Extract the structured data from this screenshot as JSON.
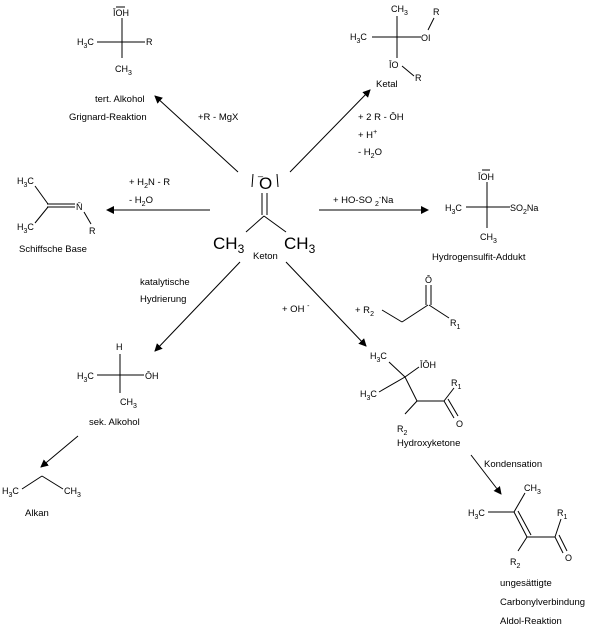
{
  "center": {
    "name": "Keton",
    "oxygen": "O",
    "methyl_left": "CH3",
    "methyl_right": "CH3"
  },
  "reactions": {
    "grignard": {
      "reagent": "+R - MgX",
      "product_name": "tert. Alkohol",
      "reaction_name": "Grignard-Reaktion",
      "atoms": {
        "oh": "OH",
        "methyl_left": "H3C",
        "methyl_bottom": "CH3",
        "r": "R"
      }
    },
    "ketal": {
      "reagent_lines": [
        "+ 2 R - OH",
        "+ H+",
        "- H2O"
      ],
      "product_name": "Ketal",
      "atoms": {
        "methyl_top": "CH3",
        "methyl_left": "H3C",
        "o_top": "O",
        "r_top": "R",
        "o_bottom": "O",
        "r_bottom": "R"
      }
    },
    "schiff": {
      "reagent_lines": [
        "+ H2N - R",
        "- H2O"
      ],
      "product_name": "Schiffsche Base",
      "atoms": {
        "methyl_top": "H3C",
        "methyl_bottom": "H3C",
        "n": "N",
        "r": "R"
      }
    },
    "bisulfite": {
      "reagent": "+ HO-SO 2Na",
      "product_name": "Hydrogensulfit-Addukt",
      "atoms": {
        "oh": "OH",
        "methyl_left": "H3C",
        "so3na": "SO2Na",
        "methyl_bottom": "CH3"
      }
    },
    "hydrogenation": {
      "reagent_lines": [
        "katalytische",
        "Hydrierung"
      ],
      "product_name": "sek. Alkohol",
      "atoms": {
        "h": "H",
        "methyl_left": "H3C",
        "oh": "OH",
        "methyl_bottom": "CH3"
      }
    },
    "alkane": {
      "product_name": "Alkan",
      "atoms": {
        "methyl_left": "H3C",
        "methyl_right": "CH3"
      }
    },
    "aldol": {
      "base": "+ OH -",
      "reagent_prefix": "+ R2",
      "reagent_atoms": {
        "o": "O",
        "r1": "R1"
      },
      "addition_product": "Hydroxyketone",
      "addition_atoms": {
        "methyl_top": "H3C",
        "oh": "OH",
        "methyl_left": "H3C",
        "r1": "R1",
        "r2": "R2",
        "o": "O"
      },
      "condensation": "Kondensation",
      "final_atoms": {
        "methyl_top": "CH3",
        "methyl_left": "H3C",
        "r1": "R1",
        "r2": "R2",
        "o": "O"
      },
      "final_lines": [
        "ungesättigte",
        "Carbonylverbindung",
        "Aldol-Reaktion"
      ]
    }
  }
}
